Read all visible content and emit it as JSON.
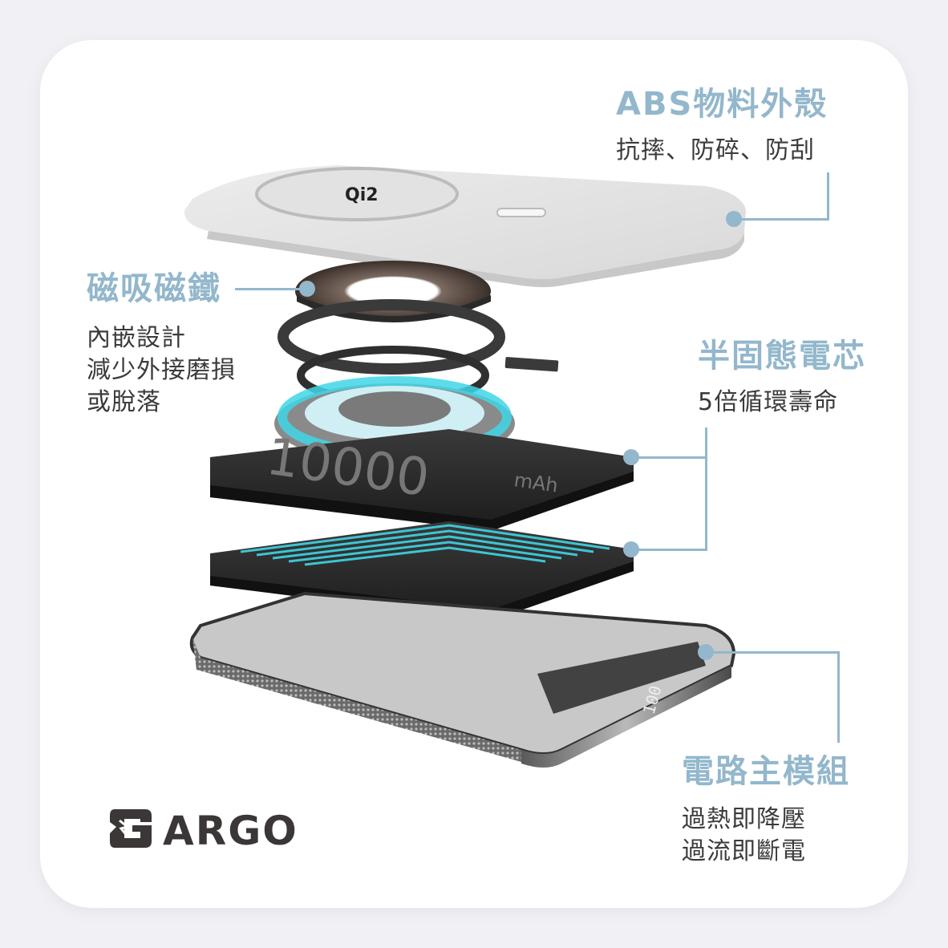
{
  "brand": {
    "name": "ARGO"
  },
  "colors": {
    "accent": "#93b7cc",
    "text": "#3c3a3a",
    "background": "#f1f1f5",
    "card": "#ffffff",
    "glow_cyan": "#3fd6e6"
  },
  "product": {
    "capacity_label": "10000",
    "capacity_unit": "mAh",
    "display_value": "100"
  },
  "callouts": {
    "shell": {
      "title": "ABS物料外殼",
      "lines": [
        "抗摔、防碎、防刮"
      ]
    },
    "magnet": {
      "title": "磁吸磁鐵",
      "lines": [
        "內嵌設計",
        "減少外接磨損",
        "或脫落"
      ]
    },
    "battery": {
      "title": "半固態電芯",
      "lines": [
        "5倍循環壽命"
      ]
    },
    "circuit": {
      "title": "電路主模組",
      "lines": [
        "過熱即降壓",
        "過流即斷電"
      ]
    }
  }
}
